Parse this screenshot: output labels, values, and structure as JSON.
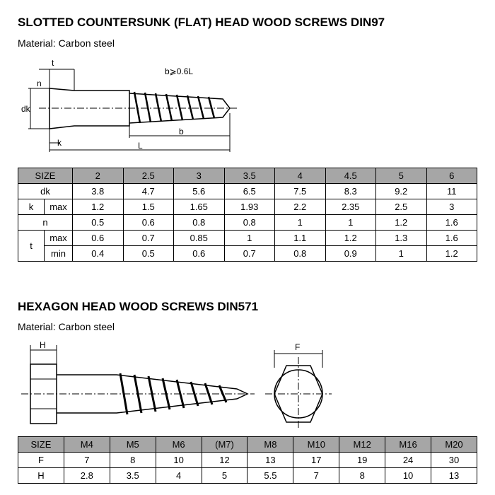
{
  "section1": {
    "title": "SLOTTED COUNTERSUNK (FLAT) HEAD WOOD SCREWS DIN97",
    "material": "Material: Carbon steel",
    "diagram_labels": {
      "t": "t",
      "n": "n",
      "dk": "dk",
      "k": "k",
      "b": "b",
      "L": "L",
      "note": "b⩾0.6L"
    },
    "table": {
      "size_label": "SIZE",
      "sizes": [
        "2",
        "2.5",
        "3",
        "3.5",
        "4",
        "4.5",
        "5",
        "6"
      ],
      "dk_label": "dk",
      "dk": [
        "3.8",
        "4.7",
        "5.6",
        "6.5",
        "7.5",
        "8.3",
        "9.2",
        "11"
      ],
      "k_label": "k",
      "max_label": "max",
      "min_label": "min",
      "k_max": [
        "1.2",
        "1.5",
        "1.65",
        "1.93",
        "2.2",
        "2.35",
        "2.5",
        "3"
      ],
      "n_label": "n",
      "n": [
        "0.5",
        "0.6",
        "0.8",
        "0.8",
        "1",
        "1",
        "1.2",
        "1.6"
      ],
      "t_label": "t",
      "t_max": [
        "0.6",
        "0.7",
        "0.85",
        "1",
        "1.1",
        "1.2",
        "1.3",
        "1.6"
      ],
      "t_min": [
        "0.4",
        "0.5",
        "0.6",
        "0.7",
        "0.8",
        "0.9",
        "1",
        "1.2"
      ]
    }
  },
  "section2": {
    "title": "HEXAGON HEAD WOOD SCREWS DIN571",
    "material": "Material: Carbon steel",
    "diagram_labels": {
      "H": "H",
      "F": "F"
    },
    "table": {
      "size_label": "SIZE",
      "sizes": [
        "M4",
        "M5",
        "M6",
        "(M7)",
        "M8",
        "M10",
        "M12",
        "M16",
        "M20"
      ],
      "F_label": "F",
      "F": [
        "7",
        "8",
        "10",
        "12",
        "13",
        "17",
        "19",
        "24",
        "30"
      ],
      "H_label": "H",
      "H": [
        "2.8",
        "3.5",
        "4",
        "5",
        "5.5",
        "7",
        "8",
        "10",
        "13"
      ]
    }
  }
}
